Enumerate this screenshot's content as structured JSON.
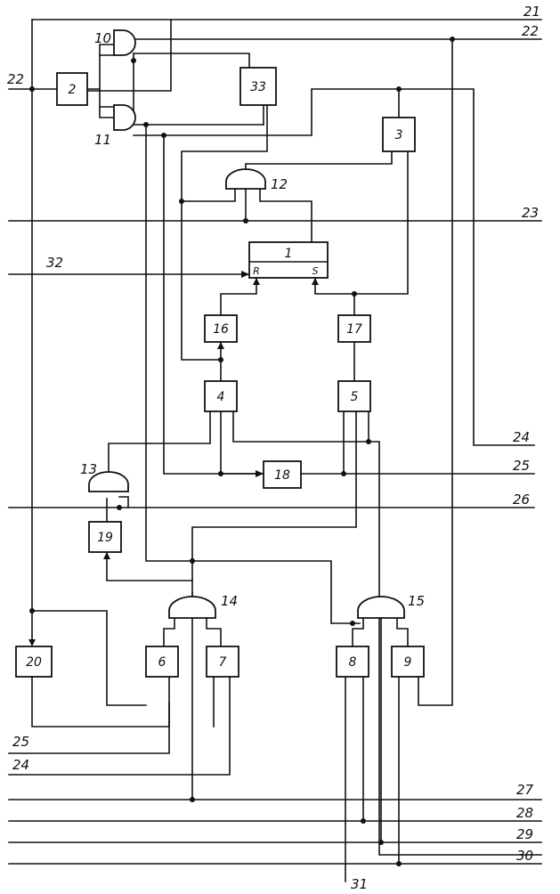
{
  "blocks": {
    "b1": "1",
    "b2": "2",
    "b3": "3",
    "b4": "4",
    "b5": "5",
    "b6": "6",
    "b7": "7",
    "b8": "8",
    "b9": "9",
    "b16": "16",
    "b17": "17",
    "b18": "18",
    "b19": "19",
    "b20": "20",
    "b33": "33"
  },
  "gates": {
    "g10": "10",
    "g11": "11",
    "g12": "12",
    "g13": "13",
    "g14": "14",
    "g15": "15"
  },
  "trigger_inputs": {
    "reset": "R",
    "set": "S"
  },
  "lines": {
    "l21": "21",
    "l22_right": "22",
    "l22_left": "22",
    "l23": "23",
    "l32": "32",
    "l24_right": "24",
    "l25_right": "25",
    "l26": "26",
    "l25_left": "25",
    "l24_left": "24",
    "l27": "27",
    "l28": "28",
    "l29": "29",
    "l30": "30",
    "l31": "31"
  }
}
